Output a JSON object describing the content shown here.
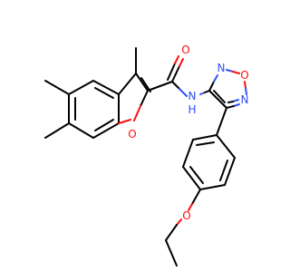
{
  "molecule": {
    "atom_labels": {
      "carbonyl_oxygen": "O",
      "furan_oxygen": "O",
      "amide_nitrogen": "N",
      "amide_hydrogen": "H",
      "oxadiazole_oxygen": "O",
      "oxadiazole_nitrogen_top": "N",
      "oxadiazole_nitrogen_right": "N",
      "ether_oxygen": "O"
    },
    "colors": {
      "bond": "#000000",
      "oxygen": "#ff0d0d",
      "nitrogen": "#3050f8",
      "background": "#ffffff"
    }
  }
}
